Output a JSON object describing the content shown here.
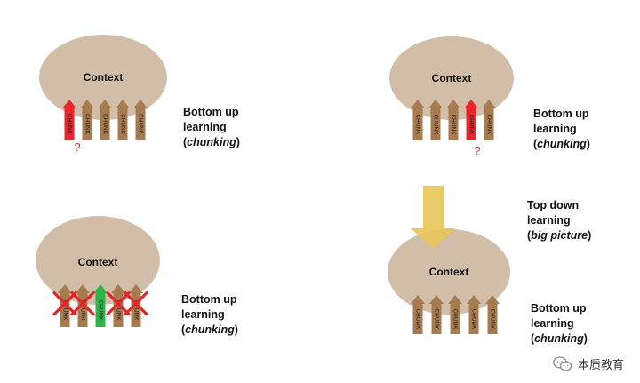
{
  "colors": {
    "ellipse": "#D2BEA8",
    "chunk": "#A87B4F",
    "highlight_red": "#E8262B",
    "highlight_green": "#2DB34A",
    "cross": "#E0262B",
    "topdown_arrow": "#E8C55A",
    "question": "#D3332B"
  },
  "panels": [
    {
      "context_label": "Context",
      "chunk_label": "CHUNK",
      "highlighted_chunk": 1,
      "question_mark": "?",
      "description": {
        "line1": "Bottom up",
        "line2": "learning",
        "italic": "chunking"
      }
    },
    {
      "context_label": "Context",
      "chunk_label": "CHUNK",
      "highlighted_chunk": 4,
      "question_mark": "?",
      "description": {
        "line1": "Bottom up",
        "line2": "learning",
        "italic": "chunking"
      }
    },
    {
      "context_label": "Context",
      "chunk_label": "CHUNK",
      "highlighted_chunk": 3,
      "crossed_chunks": [
        1,
        2,
        4,
        5
      ],
      "description": {
        "line1": "Bottom up",
        "line2": "learning",
        "italic": "chunking"
      }
    },
    {
      "context_label": "Context",
      "chunk_label": "CHUNK",
      "top_down": {
        "line1": "Top down",
        "line2": "learning",
        "italic": "big picture"
      },
      "description": {
        "line1": "Bottom up",
        "line2": "learning",
        "italic": "chunking"
      }
    }
  ],
  "watermark": {
    "icon": "wechat-icon",
    "text": "本质教育"
  }
}
